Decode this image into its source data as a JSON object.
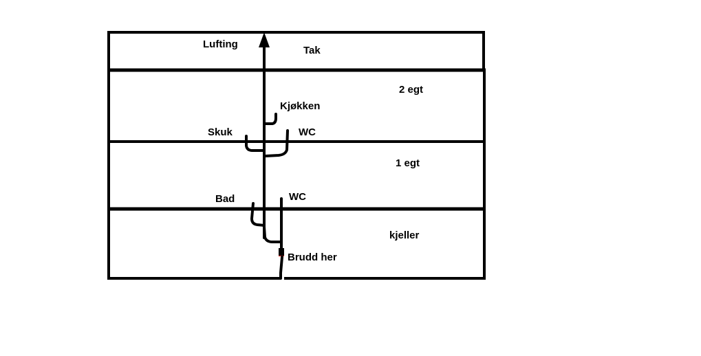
{
  "diagram": {
    "title": "",
    "colors": {
      "line": "#000000",
      "background": "#ffffff",
      "break_mark": "#e0302a"
    },
    "floors": [
      {
        "id": "tak",
        "label": "Tak"
      },
      {
        "id": "2-egt",
        "label": "2 egt"
      },
      {
        "id": "1-egt",
        "label": "1 egt"
      },
      {
        "id": "kjeller",
        "label": "kjeller"
      }
    ],
    "labels": {
      "vent": "Lufting",
      "kitchen": "Kjøkken",
      "skuk": "Skuk",
      "wc_upper": "WC",
      "bath": "Bad",
      "wc_lower": "WC",
      "break": "Brudd her"
    },
    "connections": [
      {
        "from": "Kjøkken",
        "to": "main-stack",
        "floor": "2 egt"
      },
      {
        "from": "Skuk",
        "to": "main-stack",
        "floor": "2 egt"
      },
      {
        "from": "WC",
        "to": "main-stack",
        "floor": "2 egt"
      },
      {
        "from": "Bad",
        "to": "main-stack",
        "floor": "1 egt"
      },
      {
        "from": "WC",
        "to": "lower-pipe",
        "floor": "1 egt"
      },
      {
        "from": "main-stack",
        "to": "lower-pipe",
        "floor": "kjeller"
      }
    ]
  }
}
